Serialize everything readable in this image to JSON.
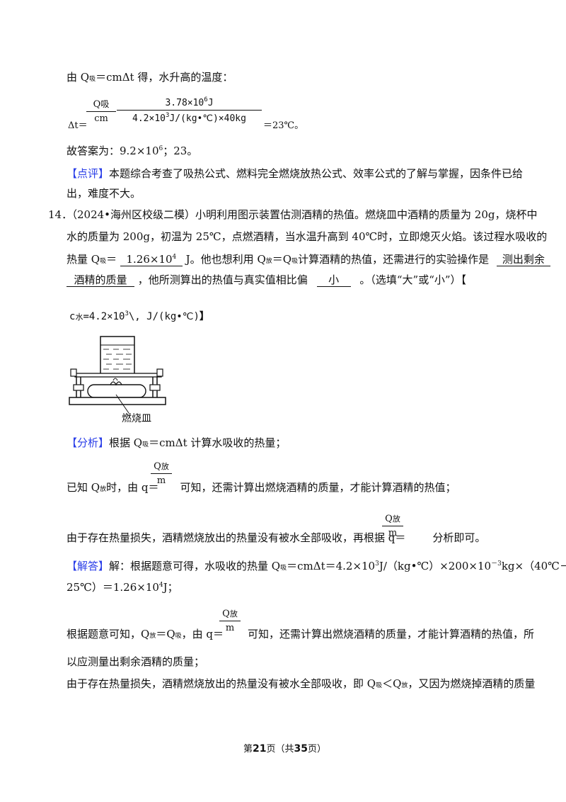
{
  "top_block": {
    "line1_pre": "由 Q",
    "line1_sub": "吸",
    "line1_post": "＝cmΔt 得，水升高的温度：",
    "frac_num_q": "Q",
    "frac_num_sub": "吸",
    "frac_den": "cm",
    "big_num": "3.78×10",
    "big_num_exp": "6",
    "big_num_unit": "J",
    "big_den_a": "4.2×10",
    "big_den_exp": "3",
    "big_den_b": "J/(kg•℃)×40kg",
    "delta_t": "Δt＝",
    "result": "＝23℃。",
    "answer": "故答案为：9.2×10",
    "answer_exp": "6",
    "answer_tail": "；23。",
    "comment_tag": "【点评】",
    "comment_text_1": "本题综合考查了吸热公式、燃料完全燃烧放热公式、效率公式的了解与掌握，因条件已给",
    "comment_text_2": "出，难度不大。"
  },
  "q14": {
    "number": "14．",
    "line1": "（2024•海州区校级二模）小明利用图示装置估测酒精的热值。燃烧皿中酒精的质量为 20g，烧杯中",
    "line2": "水的质量为 200g，初温为 25℃，点燃酒精，当水温升高到 40℃时，立即熄灭火焰。该过程水吸收的",
    "line3_a": "热量 Q",
    "line3_sub": "吸",
    "line3_b": "＝",
    "blank1": "1.26×10",
    "blank1_exp": "4",
    "line3_c": "J。他也想利用 Q",
    "line3_sub2": "放",
    "line3_d": "＝Q",
    "line3_sub3": "吸",
    "line3_e": "计算酒精的热值，还需进行的实验操作是",
    "blank2a": "测出剩余",
    "blank2b": "酒精的质量",
    "line4_b": "，他所测算出的热值与真实值相比偏",
    "blank3": "小",
    "line4_c": "。（选填“大”或“小”）【",
    "given_c": "c",
    "given_sub": "水",
    "given_val": "=4.2×10",
    "given_exp": "3",
    "given_tail": "\\, J/(kg•℃)",
    "given_close": "】",
    "figure_label": "燃烧皿"
  },
  "analysis": {
    "tag": "【分析】",
    "line1_pre": "根据 Q",
    "line1_sub": "吸",
    "line1_post": "＝cmΔt 计算水吸收的热量；",
    "frac_num": "Q",
    "frac_num_sub": "放",
    "frac_den": "m",
    "line2_a": "已知 Q",
    "line2_sub": "放",
    "line2_b": "时，由 q＝",
    "line2_c": "可知，还需计算出燃烧酒精的质量，才能计算酒精的热值；",
    "line3_a": "由于存在热量损失，酒精燃烧放出的热量没有被水全部吸收，再根据 q＝",
    "line3_b": "分析即可。"
  },
  "solution": {
    "tag": "【解答】",
    "line1_a": "解：根据题意可得，水吸收的热量 Q",
    "line1_sub": "吸",
    "line1_b": "＝cmΔt＝4.2×10",
    "line1_exp": "3",
    "line1_c": "J/（kg•℃）×200×10",
    "line1_exp2": "－3",
    "line1_d": "kg×（40℃－",
    "line2_a": "25℃）＝1.26×10",
    "line2_exp": "4",
    "line2_b": "J；",
    "line3_a": "根据题意可知，Q",
    "line3_sub": "放",
    "line3_b": "＝Q",
    "line3_sub2": "吸",
    "line3_c": "，由 q＝",
    "line3_d": "可知，还需计算出燃烧酒精的质量，才能计算酒精的热值，所",
    "line4": "以应测量出剩余酒精的质量；",
    "line5_a": "由于存在热量损失，酒精燃烧放出的热量没有被水全部吸收，即 Q",
    "line5_sub": "吸",
    "line5_b": "＜Q",
    "line5_sub2": "放",
    "line5_c": "，又因为燃烧掉酒精的质量"
  },
  "footer": {
    "pre": "第",
    "page": "21",
    "mid": "页（共",
    "total": "35",
    "post": "页）"
  }
}
